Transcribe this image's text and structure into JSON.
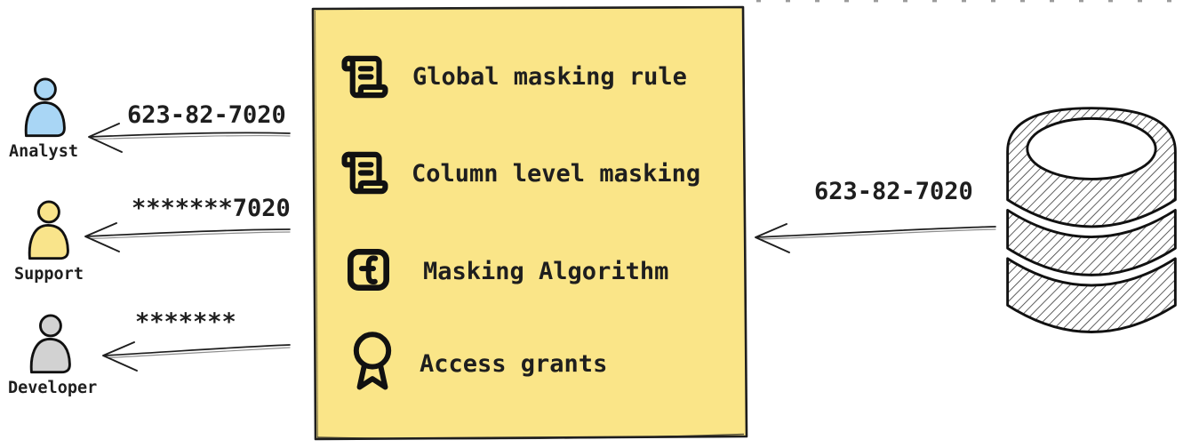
{
  "canvas": {
    "background": "#ffffff",
    "ink": "#1e1e1e"
  },
  "personas": [
    {
      "label": "Analyst",
      "received_value": "623-82-7020",
      "fill": "#a9d6f5"
    },
    {
      "label": "Support",
      "received_value": "*******7020",
      "fill": "#f9e48b"
    },
    {
      "label": "Developer",
      "received_value": "*******",
      "fill": "#d2d2d2"
    }
  ],
  "masking_box": {
    "fill": "#fae588",
    "border": "#1e1e1e",
    "items": [
      {
        "icon": "scroll-text-icon",
        "label": "Global masking rule"
      },
      {
        "icon": "scroll-text-icon",
        "label": "Column level masking"
      },
      {
        "icon": "square-function-icon",
        "label": "Masking Algorithm"
      },
      {
        "icon": "award-icon",
        "label": "Access grants"
      }
    ]
  },
  "source_database": {
    "icon": "database-icon",
    "outgoing_value": "623-82-7020"
  }
}
